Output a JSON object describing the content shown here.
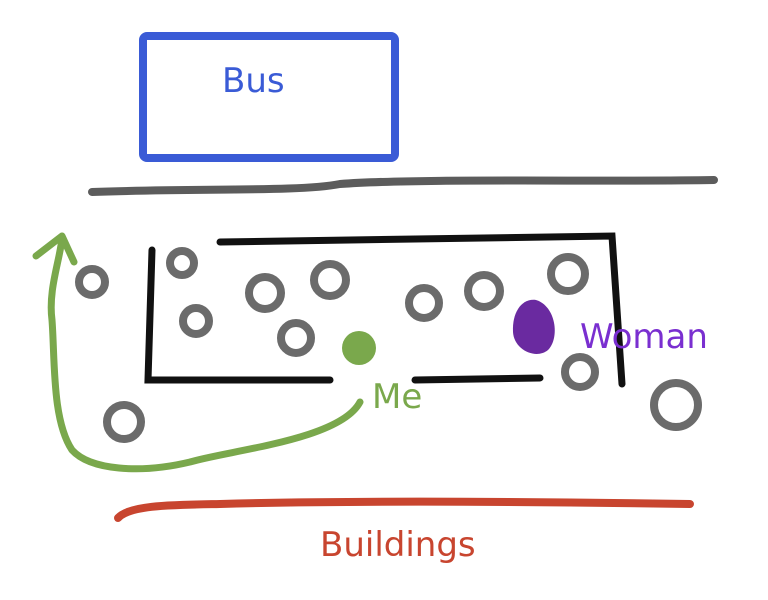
{
  "labels": {
    "bus": "Bus",
    "woman": "Woman",
    "me": "Me",
    "buildings": "Buildings"
  },
  "colors": {
    "bus": "#3a5bd6",
    "woman": "#7a2fd0",
    "woman_dot": "#6a2aa0",
    "me": "#7aa84c",
    "buildings": "#c8452f",
    "road": "#5c5c5c",
    "barrier": "#111111",
    "people": "#6b6b6b"
  },
  "icons": {
    "people_marks": "grey-scribble-circle-icon",
    "me_marker": "green-dot-icon",
    "woman_marker": "purple-dot-icon",
    "path": "green-arrow-icon"
  }
}
